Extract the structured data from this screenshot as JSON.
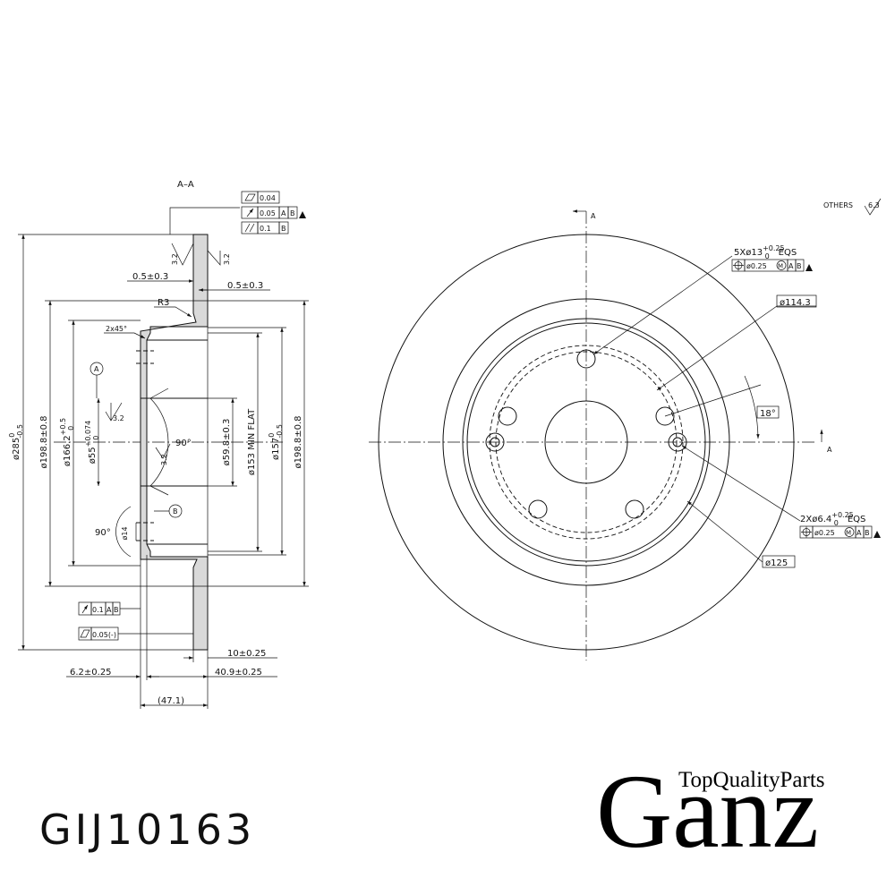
{
  "section_label": "A–A",
  "view_marker": "A",
  "others_finish": {
    "label": "OTHERS",
    "value": "6.3"
  },
  "roughness_marks": [
    "3.2",
    "3.2",
    "3.2",
    "3.2"
  ],
  "datums": [
    "A",
    "B"
  ],
  "section_dims": {
    "outer_diameter": "ø285",
    "outer_diameter_tol": [
      "0",
      "-0.5"
    ],
    "friction_diameter": "ø198.8±0.8",
    "hat_diameter": "ø166.2",
    "hat_diameter_tol": [
      "+0.5",
      "0"
    ],
    "center_bore": "ø55",
    "center_bore_tol": [
      "+0.074",
      "0"
    ],
    "pilot_diameter": "ø59.8±0.3",
    "min_flat": "ø153 MIN FLAT",
    "hat_outer": "ø157",
    "hat_outer_tol": [
      "0",
      "-0.5"
    ],
    "friction_diameter_right": "ø198.8±0.8",
    "offset_left": "0.5±0.3",
    "offset_right": "0.5±0.3",
    "fillet": "R3",
    "chamfer": "2x45°",
    "angle_top": "90°",
    "angle_bottom": "90°",
    "hole_diameter": "ø14",
    "thickness": "10±0.25",
    "hat_thickness": "6.2±0.25",
    "hat_height": "40.9±0.25",
    "overall_height": "(47.1)"
  },
  "gdt_top": [
    {
      "symbol": "flatness",
      "value": "0.04",
      "datums": []
    },
    {
      "symbol": "runout",
      "value": "0.05",
      "datums": [
        "A",
        "B"
      ]
    },
    {
      "symbol": "parallelism",
      "value": "0.1",
      "datums": [
        "B"
      ]
    }
  ],
  "gdt_bottom": [
    {
      "symbol": "runout",
      "value": "0.1",
      "datums": [
        "A",
        "B"
      ]
    },
    {
      "symbol": "flatness",
      "value": "0.05(-)",
      "datums": []
    }
  ],
  "front_view": {
    "bolt_holes": {
      "label": "5Xø13",
      "tol": [
        "+0.25",
        "0"
      ],
      "suffix": "EQS",
      "position_tol": "ø0.25",
      "modifier": "M",
      "datums": [
        "A",
        "B"
      ]
    },
    "pcd": "ø114.3",
    "angle": "18°",
    "small_holes": {
      "label": "2Xø6.4",
      "tol": [
        "+0.25",
        "0"
      ],
      "suffix": "EQS",
      "position_tol": "ø0.25",
      "modifier": "M",
      "datums": [
        "A",
        "B"
      ]
    },
    "small_pcd": "ø125"
  },
  "part_number": "GIJ10163",
  "brand": "Ganz",
  "tagline": "TopQualityParts"
}
